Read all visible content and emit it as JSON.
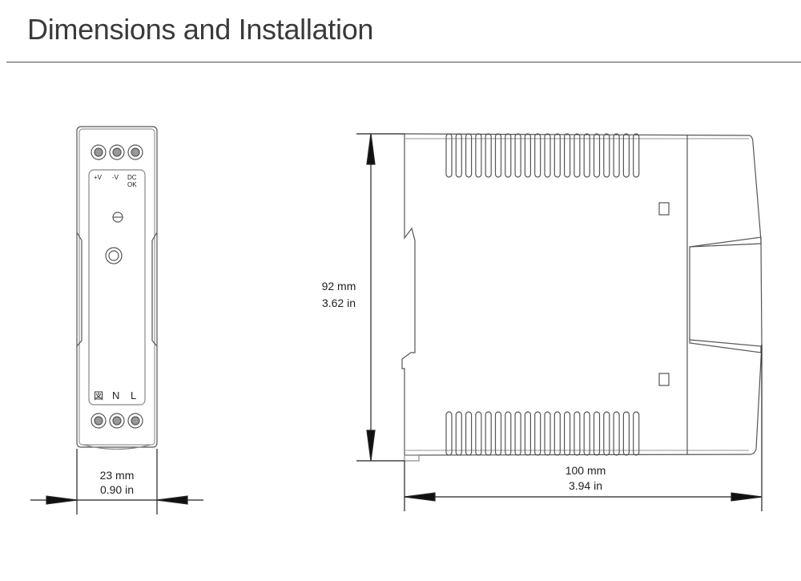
{
  "header": {
    "title": "Dimensions and Installation"
  },
  "front_view": {
    "top_labels": [
      "+V",
      "-V",
      "DC",
      "OK"
    ],
    "bottom_labels": [
      "図",
      "N",
      "L"
    ],
    "width_mm": "23 mm",
    "width_in": "0.90 in"
  },
  "side_view": {
    "height_mm": "92 mm",
    "height_in": "3.62 in",
    "depth_mm": "100 mm",
    "depth_in": "3.94 in"
  }
}
